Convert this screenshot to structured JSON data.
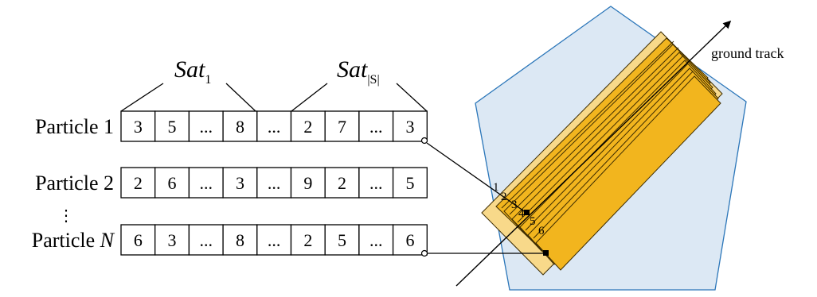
{
  "diagram": {
    "sat_first": {
      "base": "Sat",
      "sub": "1"
    },
    "sat_last": {
      "base": "Sat",
      "sub": "|S|"
    },
    "ground_track_label": "ground track",
    "vertical_dots": "⋮",
    "particles": [
      {
        "label_text": "Particle 1",
        "label_italic": "",
        "cells": [
          "3",
          "5",
          "...",
          "8",
          "...",
          "2",
          "7",
          "...",
          "3"
        ]
      },
      {
        "label_text": "Particle 2",
        "label_italic": "",
        "cells": [
          "2",
          "6",
          "...",
          "3",
          "...",
          "9",
          "2",
          "...",
          "5"
        ]
      },
      {
        "label_text": "Particle ",
        "label_italic": "N",
        "cells": [
          "6",
          "3",
          "...",
          "8",
          "...",
          "2",
          "5",
          "...",
          "6"
        ]
      }
    ],
    "strip_numbers": [
      "1",
      "2",
      "3",
      "4",
      "5",
      "6"
    ]
  },
  "colors": {
    "region_fill": "#dce8f4",
    "region_stroke": "#2b76b9",
    "strip_fill": "#f2b51e",
    "strip_outer_fill": "#f8d98a",
    "strip_stroke": "#3d2c00"
  }
}
